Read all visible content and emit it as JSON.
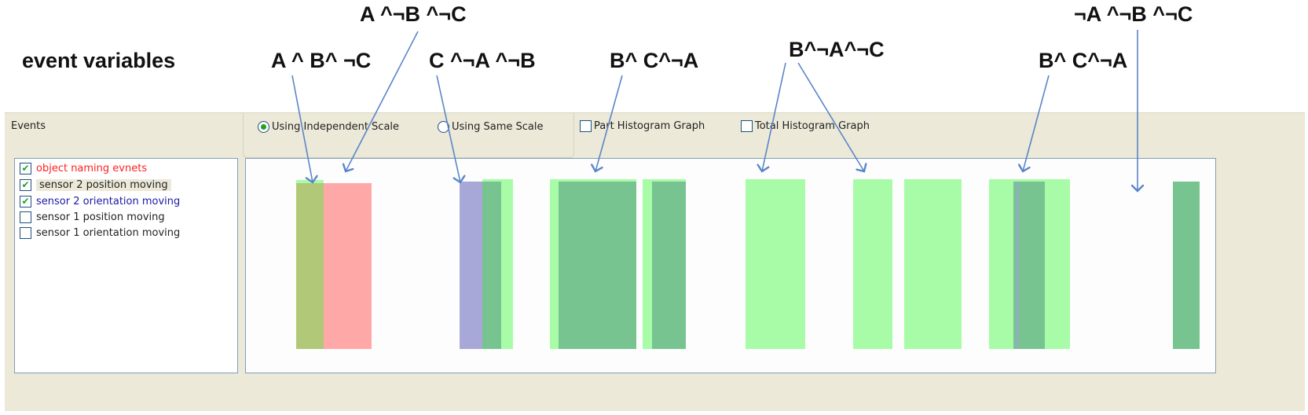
{
  "header": {
    "title": "event variables"
  },
  "annotations": [
    {
      "id": "a1",
      "text": "A ^ B^ ¬C"
    },
    {
      "id": "a2",
      "text": "A ^¬B ^¬C"
    },
    {
      "id": "a3",
      "text": "C ^¬A ^¬B"
    },
    {
      "id": "a4",
      "text": "B^ C^¬A"
    },
    {
      "id": "a5",
      "text": "B^¬A^¬C"
    },
    {
      "id": "a6",
      "text": "B^ C^¬A"
    },
    {
      "id": "a7",
      "text": "¬A ^¬B ^¬C"
    }
  ],
  "panel": {
    "events_label": "Events",
    "scale_options": [
      {
        "label": "Using Independent Scale",
        "selected": true
      },
      {
        "label": "Using Same Scale",
        "selected": false
      }
    ],
    "graph_options": [
      {
        "label": "Part Histogram Graph",
        "checked": false
      },
      {
        "label": "Total Histogram Graph",
        "checked": false
      }
    ],
    "events": [
      {
        "label": "object naming evnets",
        "checked": true,
        "color": "#ff2020"
      },
      {
        "label": "sensor 2 position moving",
        "checked": true,
        "color": "#222222",
        "selected": true
      },
      {
        "label": "sensor 2 orientation moving",
        "checked": true,
        "color": "#1a1aa6"
      },
      {
        "label": "sensor 1 position moving",
        "checked": false,
        "color": "#222222"
      },
      {
        "label": "sensor 1 orientation moving",
        "checked": false,
        "color": "#222222"
      }
    ]
  },
  "colors": {
    "object_naming": "#ffa8a8",
    "sensor2_position": "#a8fca8",
    "sensor2_orientation": "#a8a8d8",
    "overlap_position_naming": "#b0c878",
    "overlap_position_orientation": "#78c490",
    "arrow": "#5a85c8"
  }
}
